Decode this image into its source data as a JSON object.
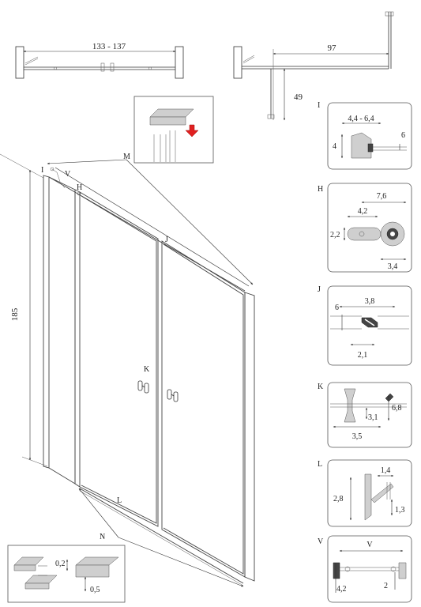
{
  "top_dims": {
    "width_range": "133 - 137",
    "side_width": "97",
    "side_depth": "49"
  },
  "main": {
    "height": "185",
    "labels": {
      "I": "I",
      "V": "V",
      "H": "H",
      "M": "M",
      "J": "J",
      "K": "K",
      "L": "L",
      "N": "N"
    }
  },
  "details": {
    "I": {
      "title": "I",
      "d1": "4,4 - 6,4",
      "d2": "4",
      "d3": "6"
    },
    "H": {
      "title": "H",
      "d1": "7,6",
      "d2": "4,2",
      "d3": "2,2",
      "d4": "3,4"
    },
    "J": {
      "title": "J",
      "d1": "6",
      "d2": "3,8",
      "d3": "2,1"
    },
    "K": {
      "title": "K",
      "d1": "6,8",
      "d2": "3,1",
      "d3": "3,5"
    },
    "L": {
      "title": "L",
      "d1": "1,4",
      "d2": "2,8",
      "d3": "1,3"
    },
    "V": {
      "title": "V",
      "d1": "V",
      "d2": "4,2",
      "d3": "2"
    },
    "N": {
      "d1": "0,2",
      "d2": "0,5"
    }
  },
  "colors": {
    "arrow": "#e02020",
    "line": "#333333"
  }
}
